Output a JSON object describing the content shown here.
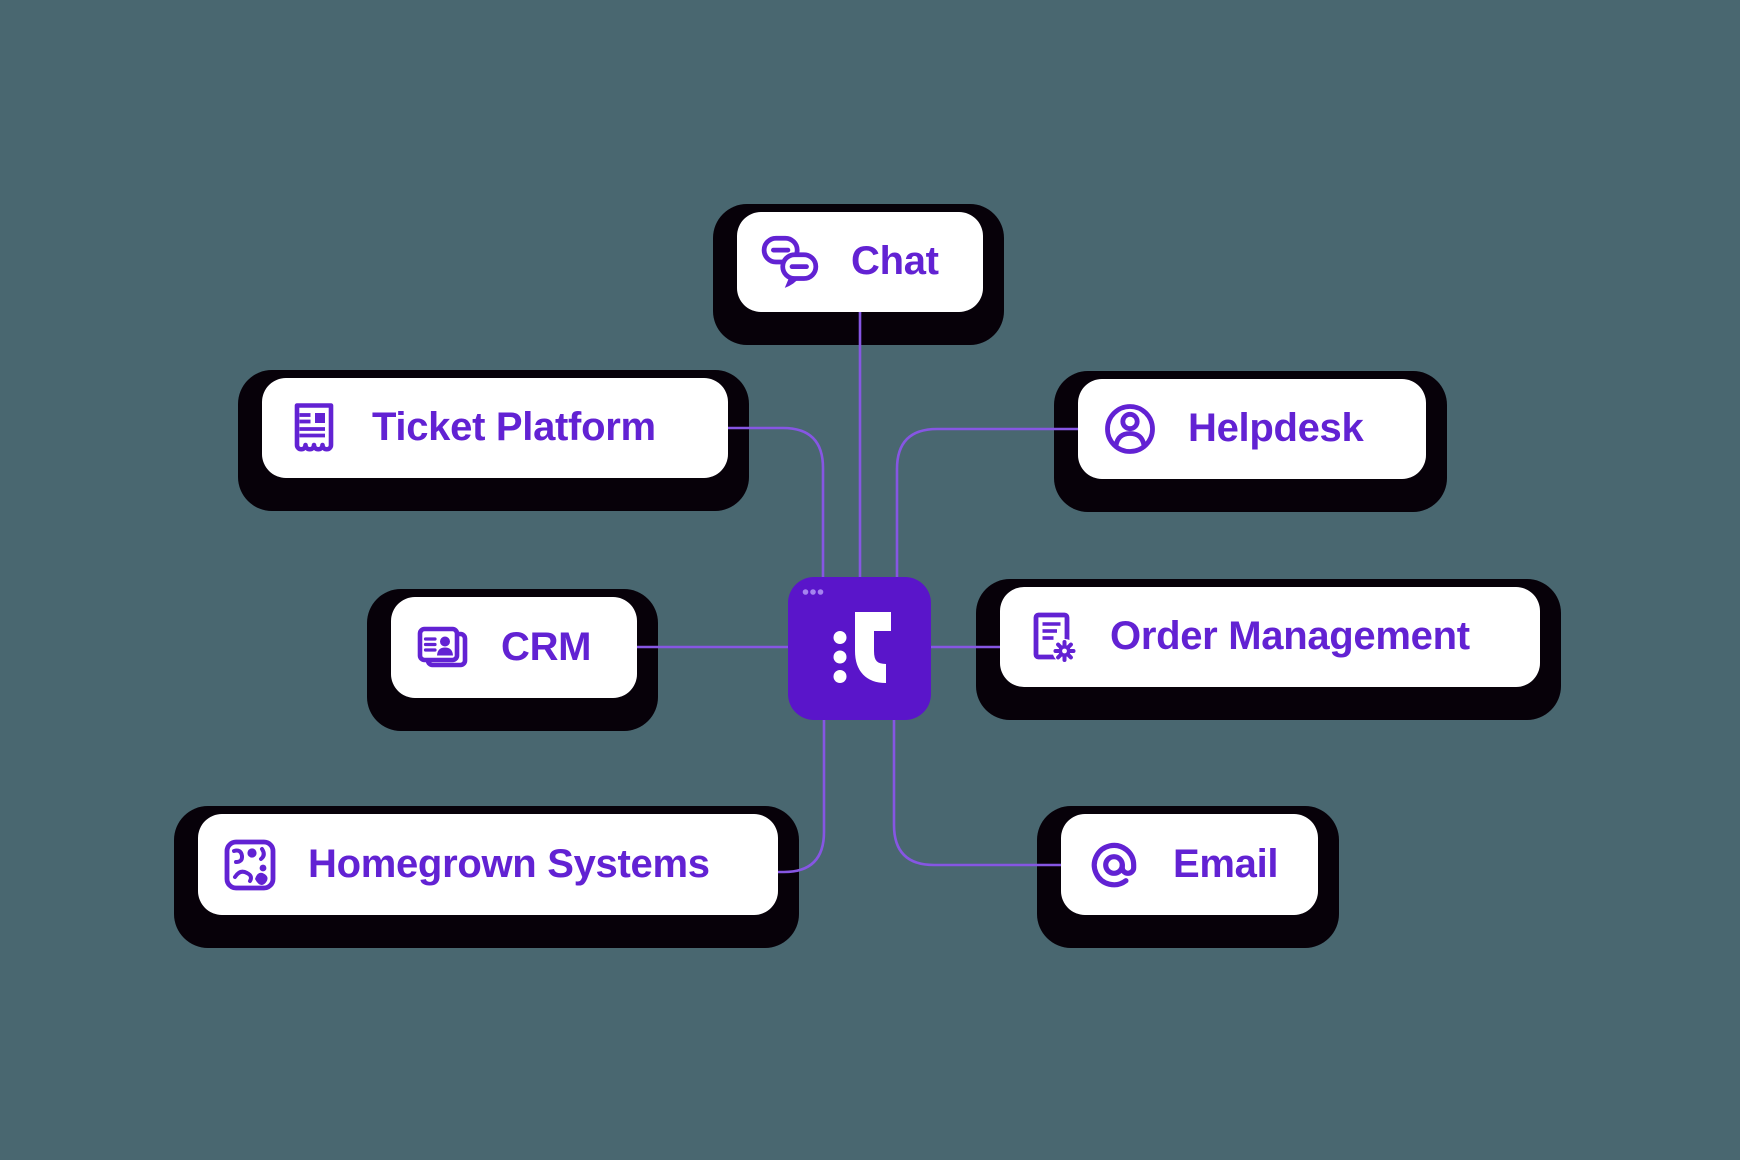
{
  "colors": {
    "background": "#496770",
    "card_background": "#ffffff",
    "card_shadow": "#070109",
    "accent_purple": "#6222d3",
    "hub_purple": "#5a15ca",
    "connector_purple": "#8656e3",
    "hub_window_dots": "#a584ef",
    "logo_white": "#ffffff"
  },
  "hub": {
    "icon": "talkdesk-t-logo",
    "window_dot_count": 3
  },
  "nodes": [
    {
      "id": "chat",
      "label": "Chat",
      "icon": "chat-bubbles-icon"
    },
    {
      "id": "ticket-platform",
      "label": "Ticket Platform",
      "icon": "receipt-ticket-icon"
    },
    {
      "id": "helpdesk",
      "label": "Helpdesk",
      "icon": "person-circle-icon"
    },
    {
      "id": "crm",
      "label": "CRM",
      "icon": "contact-card-icon"
    },
    {
      "id": "order-management",
      "label": "Order Management",
      "icon": "document-gear-icon"
    },
    {
      "id": "homegrown-systems",
      "label": "Homegrown Systems",
      "icon": "custom-system-icon"
    },
    {
      "id": "email",
      "label": "Email",
      "icon": "at-sign-icon"
    }
  ]
}
